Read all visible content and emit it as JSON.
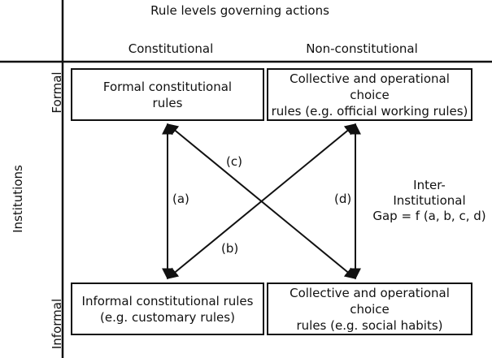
{
  "header": {
    "title": "Rule levels governing actions",
    "columns": [
      "Constitutional",
      "Non-constitutional"
    ]
  },
  "row_axis": {
    "title": "Institutions",
    "rows": [
      "Formal",
      "Informal"
    ]
  },
  "boxes": {
    "formal_constitutional": [
      "Formal constitutional",
      "rules"
    ],
    "formal_nonconstitutional": [
      "Collective and operational choice",
      "rules (e.g. official working rules)"
    ],
    "informal_constitutional": [
      "Informal constitutional rules",
      "(e.g. customary rules)"
    ],
    "informal_nonconstitutional": [
      "Collective and operational choice",
      "rules (e.g. social habits)"
    ]
  },
  "arrow_labels": {
    "a": "(a)",
    "b": "(b)",
    "c": "(c)",
    "d": "(d)"
  },
  "gap_label": [
    "Inter-",
    "Institutional",
    "Gap = f (a, b, c, d)"
  ]
}
